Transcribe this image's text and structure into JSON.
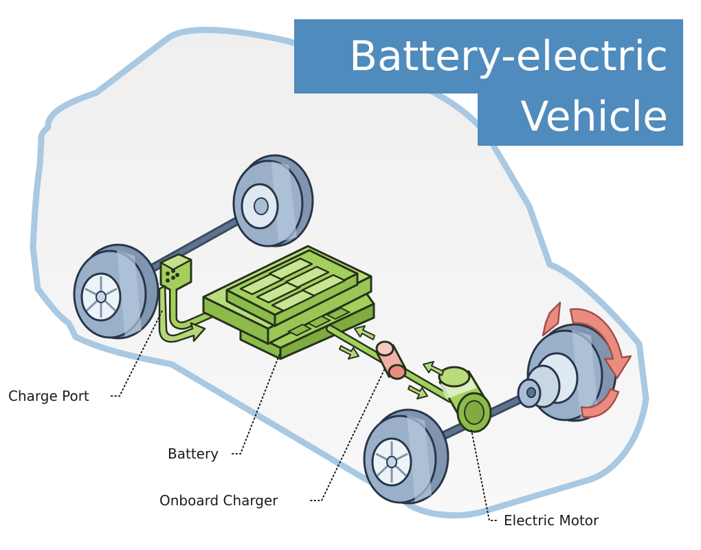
{
  "title": {
    "line1": "Battery-electric",
    "line2": "Vehicle"
  },
  "labels": {
    "charge_port": "Charge Port",
    "battery": "Battery",
    "onboard_charger": "Onboard Charger",
    "electric_motor": "Electric Motor"
  },
  "colors": {
    "title_background": "#4f8bbd",
    "car_outline": "#a9c9e2",
    "battery_green": "#a4cf5c",
    "flow_arrow_green": "#b5d77a",
    "rotation_arrow_red": "#eb8c80",
    "axle_dark": "#4a5b72",
    "tire_blue": "#8fa6c0"
  }
}
